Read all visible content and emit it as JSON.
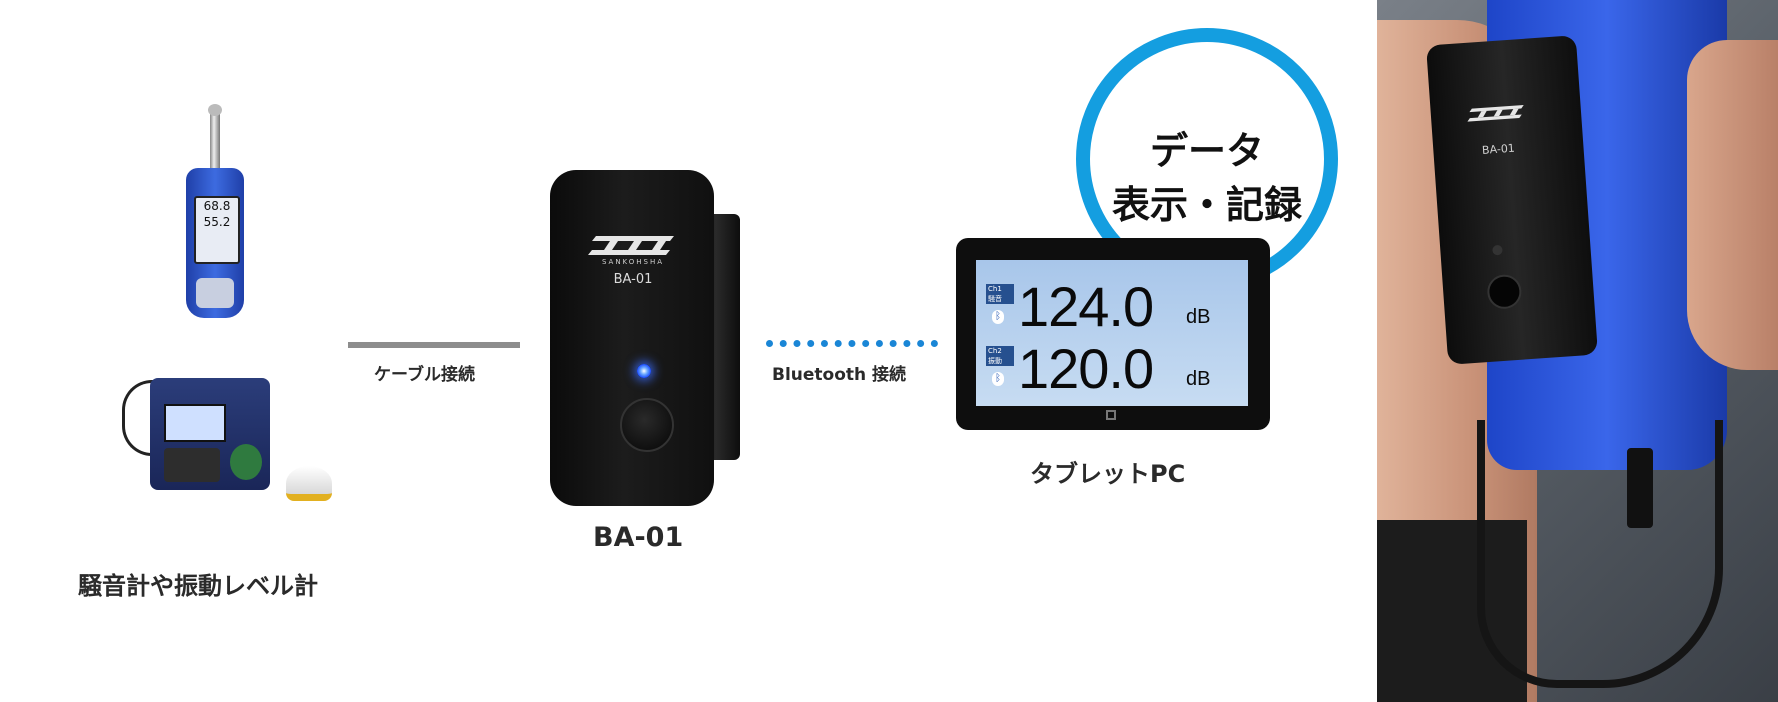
{
  "left": {
    "caption": "騒音計や振動レベル計",
    "slm_reading_1": "68.8",
    "slm_reading_2": "55.2"
  },
  "connections": {
    "cable_label": "ケーブル接続",
    "bluetooth_label": "Bluetooth 接続",
    "cable_color": "#8d8d8d",
    "bluetooth_color": "#1a86d6"
  },
  "device": {
    "brand": "SANKOHSHA",
    "model": "BA-01",
    "caption": "BA-01",
    "led_color": "#1b4cff"
  },
  "tablet": {
    "caption": "タブレットPC",
    "channels": [
      {
        "ch": "Ch1",
        "type": "騒音",
        "value": "124.0",
        "unit": "dB"
      },
      {
        "ch": "Ch2",
        "type": "振動",
        "value": "120.0",
        "unit": "dB"
      }
    ]
  },
  "callout": {
    "line1": "データ",
    "line2": "表示・記録",
    "color": "#149ee0"
  },
  "photo": {
    "model": "BA-01"
  }
}
